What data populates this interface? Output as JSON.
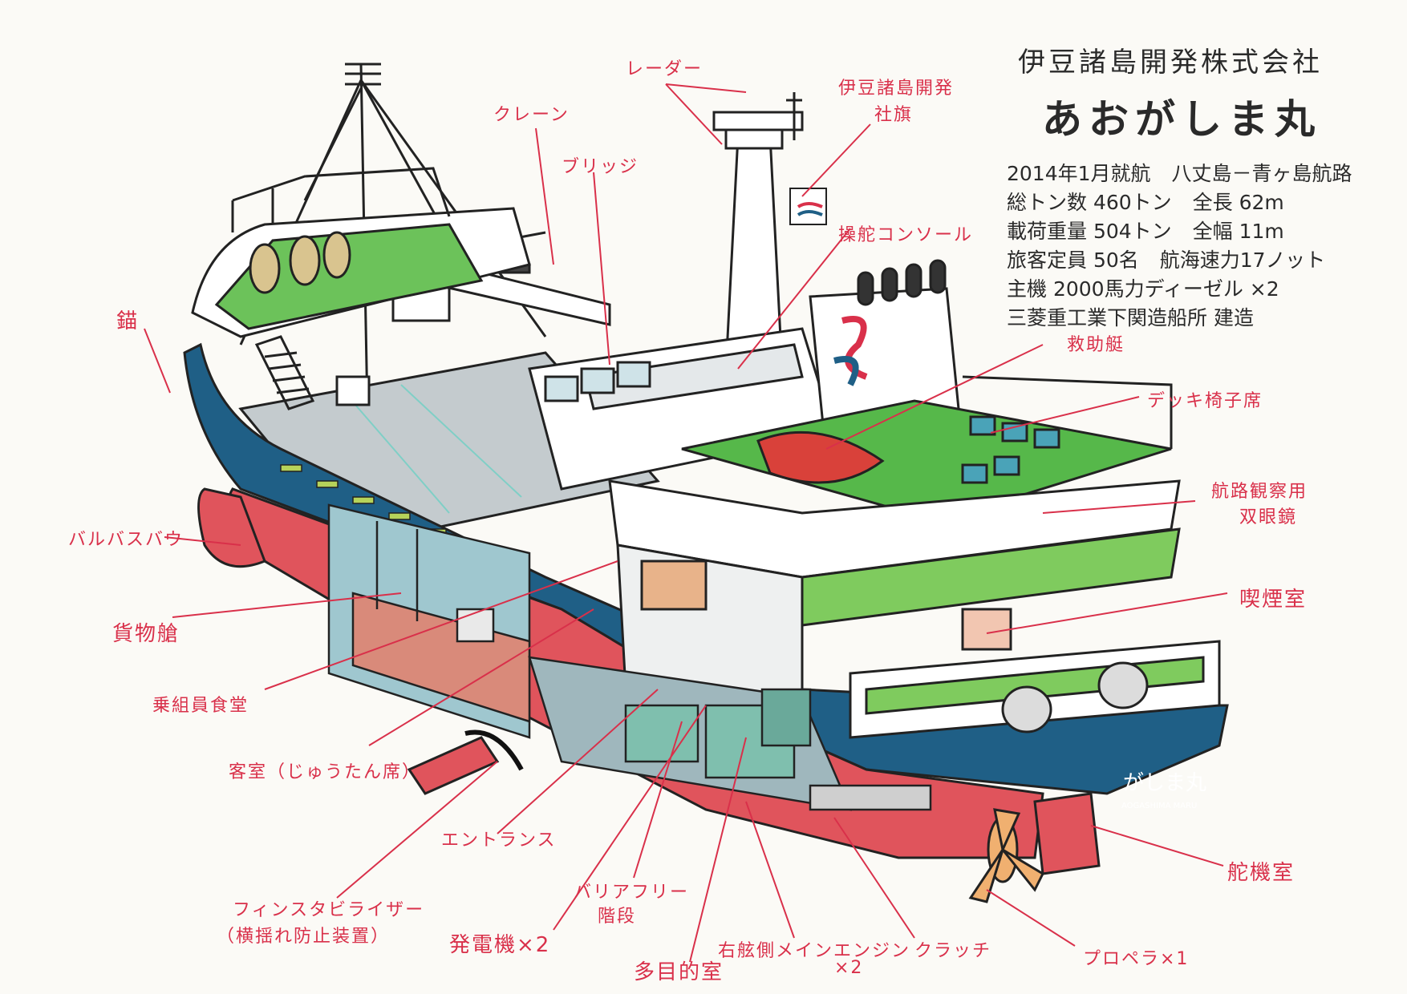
{
  "title_block": {
    "company": "伊豆諸島開発株式会社",
    "ship_name": "あおがしま丸",
    "specs": [
      [
        "2014年1月就航",
        "八丈島－青ヶ島航路"
      ],
      [
        "総トン数 460トン",
        "全長 62m"
      ],
      [
        "載荷重量 504トン",
        "全幅 11m"
      ],
      [
        "旅客定員 50名",
        "航海速力17ノット"
      ],
      [
        "主機 2000馬力ディーゼル ×2",
        ""
      ],
      [
        "三菱重工業下関造船所 建造",
        ""
      ]
    ]
  },
  "hull_marking": {
    "name": "がしま丸",
    "sub": "AOGASHIMA MARU"
  },
  "labels": {
    "radar": "レーダー",
    "company_flag_1": "伊豆諸島開発",
    "company_flag_2": "社旗",
    "crane": "クレーン",
    "bridge": "ブリッジ",
    "steering_console": "操舵コンソール",
    "anchor": "錨",
    "rescue_boat": "救助艇",
    "deck_chairs": "デッキ椅子席",
    "binoculars_1": "航路観察用",
    "binoculars_2": "双眼鏡",
    "bulbous_bow": "バルバスバウ",
    "smoking_room": "喫煙室",
    "cargo_hold": "貨物艙",
    "crew_mess": "乗組員食堂",
    "cabin": "客室（じゅうたん席）",
    "entrance": "エントランス",
    "fin_stabilizer_1": "フィンスタビライザー",
    "fin_stabilizer_2": "（横揺れ防止装置）",
    "barrier_free_1": "バリアフリー",
    "barrier_free_2": "階段",
    "generator": "発電機×2",
    "multipurpose": "多目的室",
    "main_engine_1": "右舷側メインエンジン",
    "main_engine_2": "×2",
    "clutch": "クラッチ",
    "propeller": "プロペラ×1",
    "steering_room": "舵機室"
  },
  "colors": {
    "hull_blue": "#1f5f86",
    "hull_red": "#e0545c",
    "deck_green": "#56b84a",
    "deck_grey": "#b9c0c4",
    "label_red": "#d9304a",
    "ink": "#222222"
  }
}
